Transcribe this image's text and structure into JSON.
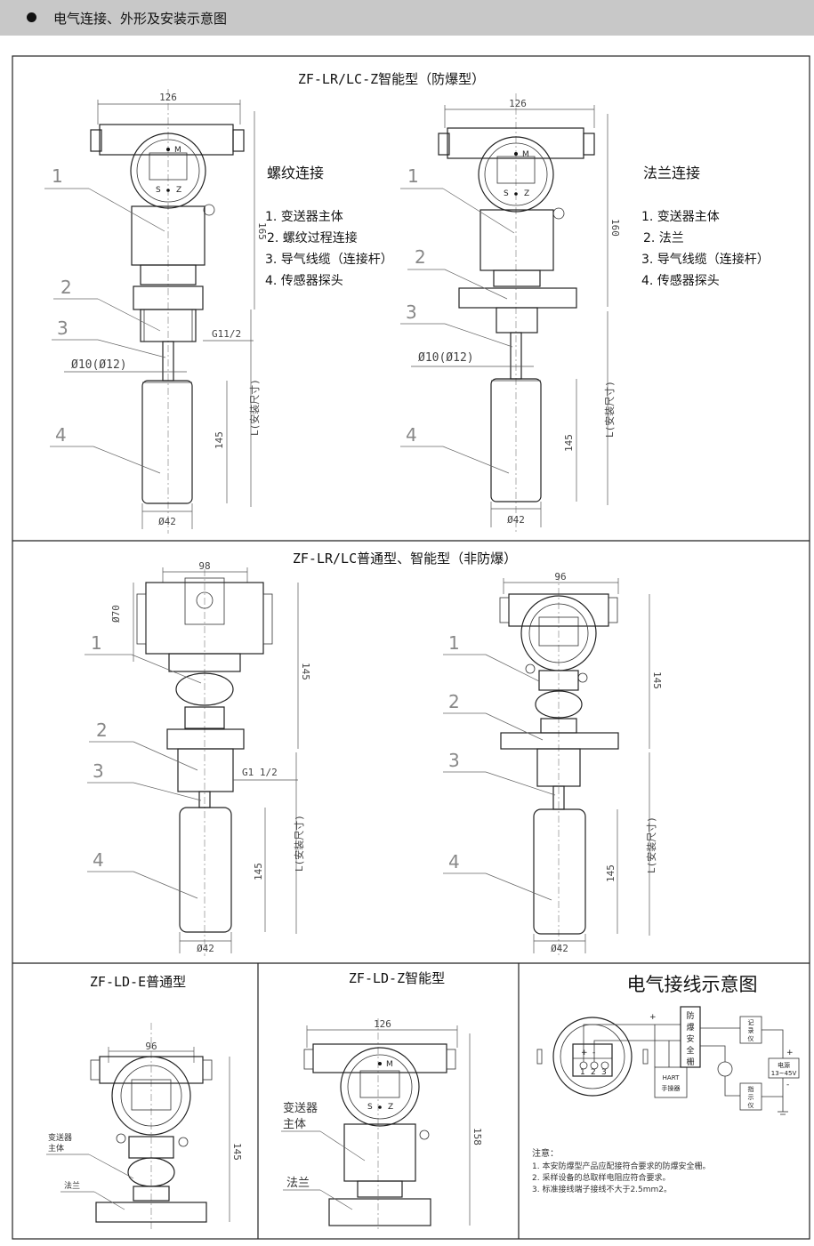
{
  "header": {
    "title": "电气连接、外形及安装示意图"
  },
  "sections": {
    "explosion_proof": {
      "title": "ZF-LR/LC-Z智能型（防爆型）",
      "threaded": {
        "heading": "螺纹连接",
        "legend": [
          "1. 变送器主体",
          "2. 螺纹过程连接",
          "3. 导气线缆（连接杆）",
          "4. 传感器探头"
        ],
        "dims": {
          "width": "126",
          "height": "165",
          "thread": "G11/2",
          "rod": "Ø10(Ø12)",
          "probe_len": "145",
          "install": "L(安装尺寸)",
          "probe_dia": "Ø42"
        },
        "part_numbers": [
          "1",
          "2",
          "3",
          "4"
        ]
      },
      "flange": {
        "heading": "法兰连接",
        "legend": [
          "1. 变送器主体",
          "2. 法兰",
          "3. 导气线缆（连接杆）",
          "4. 传感器探头"
        ],
        "dims": {
          "width": "126",
          "height": "160",
          "rod": "Ø10(Ø12)",
          "probe_len": "145",
          "install": "L(安装尺寸)",
          "probe_dia": "Ø42"
        },
        "part_numbers": [
          "1",
          "2",
          "3",
          "4"
        ]
      }
    },
    "general": {
      "title": "ZF-LR/LC普通型、智能型（非防爆）",
      "left": {
        "dims": {
          "width": "98",
          "dia": "Ø70",
          "height": "145",
          "thread": "G1 1/2",
          "probe_len": "145",
          "install": "L(安装尺寸)",
          "probe_dia": "Ø42"
        },
        "part_numbers": [
          "1",
          "2",
          "3",
          "4"
        ]
      },
      "right": {
        "dims": {
          "width": "96",
          "height": "145",
          "probe_len": "145",
          "install": "L(安装尺寸)",
          "probe_dia": "Ø42"
        },
        "part_numbers": [
          "1",
          "2",
          "3",
          "4"
        ]
      }
    },
    "ld_e": {
      "title": "ZF-LD-E普通型",
      "dims": {
        "width": "96",
        "height": "145"
      },
      "label_body": [
        "变送器",
        "主体"
      ],
      "label_flange": "法兰"
    },
    "ld_z": {
      "title": "ZF-LD-Z智能型",
      "dims": {
        "width": "126",
        "height": "158"
      },
      "label_body": [
        "变送器",
        "主体"
      ],
      "label_flange": "法兰"
    },
    "wiring": {
      "title": "电气接线示意图",
      "barrier": [
        "防",
        "爆",
        "安",
        "全",
        "栅"
      ],
      "recorder": [
        "记",
        "录",
        "仪"
      ],
      "indicator": [
        "指",
        "示",
        "仪"
      ],
      "power": [
        "电源",
        "13~45V"
      ],
      "hart": [
        "HART",
        "手操器"
      ],
      "plus": "+",
      "minus": "-",
      "terminals": [
        "1",
        "2",
        "3"
      ],
      "notes_title": "注意：",
      "notes": [
        "1. 本安防爆型产品应配接符合要求的防爆安全栅。",
        "2. 采样设备的总取样电阻应符合要求。",
        "3. 标准接线端子接线不大于2.5mm2。"
      ]
    }
  },
  "colors": {
    "header_bg": "#c8c8c8",
    "line": "#222222",
    "dim": "#555555"
  }
}
